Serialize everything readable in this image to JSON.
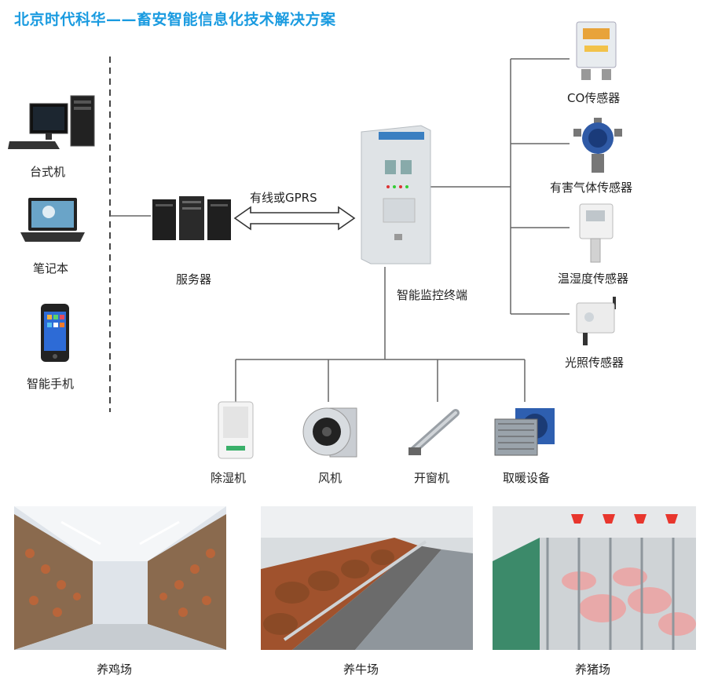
{
  "title": "北京时代科华——畜安智能信息化技术解决方案",
  "clients": [
    {
      "label": "台式机",
      "icon": "desktop-computer-icon"
    },
    {
      "label": "笔记本",
      "icon": "laptop-icon"
    },
    {
      "label": "智能手机",
      "icon": "smartphone-icon"
    }
  ],
  "server": {
    "label": "服务器",
    "icon": "server-icon"
  },
  "link": {
    "label": "有线或GPRS"
  },
  "terminal": {
    "label": "智能监控终端",
    "icon": "control-cabinet-icon"
  },
  "sensors": [
    {
      "label": "CO传感器",
      "icon": "co-sensor-icon"
    },
    {
      "label": "有害气体传感器",
      "icon": "gas-sensor-icon"
    },
    {
      "label": "温湿度传感器",
      "icon": "temperature-humidity-sensor-icon"
    },
    {
      "label": "光照传感器",
      "icon": "light-sensor-icon"
    }
  ],
  "actuators": [
    {
      "label": "除湿机",
      "icon": "dehumidifier-icon"
    },
    {
      "label": "风机",
      "icon": "fan-icon"
    },
    {
      "label": "开窗机",
      "icon": "window-opener-icon"
    },
    {
      "label": "取暖设备",
      "icon": "heater-icon"
    }
  ],
  "farms": [
    {
      "label": "养鸡场",
      "icon": "chicken-farm-photo"
    },
    {
      "label": "养牛场",
      "icon": "cattle-farm-photo"
    },
    {
      "label": "养猪场",
      "icon": "pig-farm-photo"
    }
  ],
  "colors": {
    "title": "#1a9be0",
    "line": "#555555",
    "cabinet": "#d9dde0"
  }
}
